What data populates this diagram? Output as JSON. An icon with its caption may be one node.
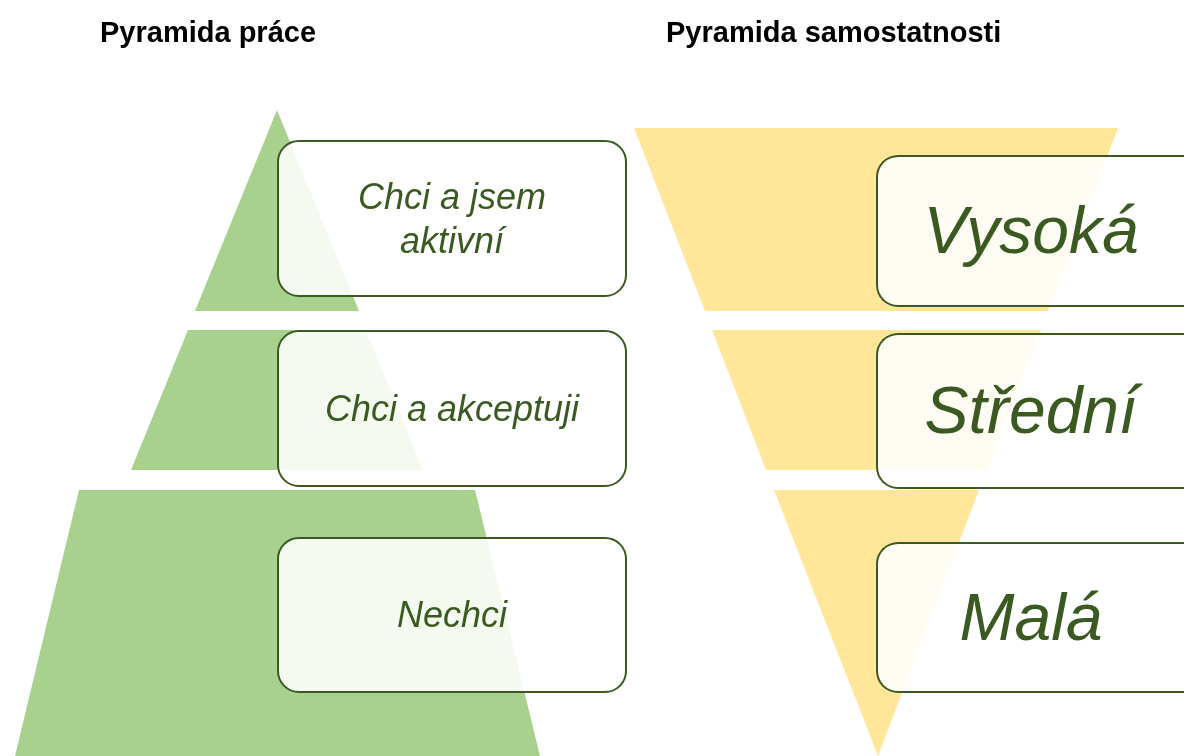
{
  "diagram": {
    "nodes": [
      {
        "text": [
          "Chci a jsem aktivní"
        ]
      },
      {
        "text": [
          "Chci a akceptuji"
        ]
      },
      {
        "text": [
          "Nechci"
        ]
      },
      {
        "text": [
          "Vysoká"
        ]
      },
      {
        "text": [
          "Střední"
        ]
      },
      {
        "text": [
          "Malá"
        ]
      }
    ],
    "labels": [
      "Pyramida práce",
      "Pyramida samostatnosti"
    ]
  }
}
